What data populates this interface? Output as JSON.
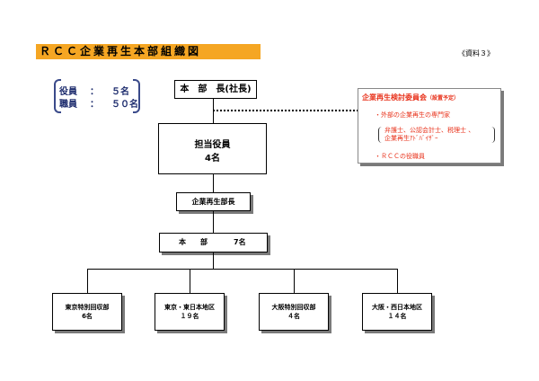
{
  "header": {
    "title": "ＲＣＣ企業再生本部組織図",
    "reference": "《資料３》"
  },
  "staff_summary": [
    {
      "label": "役員",
      "colon": "：",
      "value": "５名"
    },
    {
      "label": "職員",
      "colon": "：",
      "value": "５０名"
    }
  ],
  "org": {
    "head": {
      "label": "本　部　長(社長)"
    },
    "officer": {
      "title": "担当役員",
      "count": "4名"
    },
    "manager": {
      "label": "企業再生部長"
    },
    "hq": {
      "label": "本　　部",
      "count": "7名"
    },
    "branches": [
      {
        "name": "東京特別回収部",
        "count": "6名"
      },
      {
        "name": "東京・東日本地区",
        "count": "１９名"
      },
      {
        "name": "大阪特別回収部",
        "count": "４名"
      },
      {
        "name": "大阪・西日本地区",
        "count": "１４名"
      }
    ]
  },
  "committee": {
    "title": "企業再生検討委員会",
    "note": "（設置予定）",
    "item1": "・外部の企業再生の専門家",
    "item2_line1": "弁護士、公認会計士、税理士 、",
    "item2_line2": "企業再生ｱﾄﾞﾊﾞｲｻﾞｰ",
    "item3": "・ＲＣＣの役職員"
  },
  "colors": {
    "accent": "#f5a623",
    "committee_text": "#e8311a",
    "staff_text": "#1e2d6e"
  }
}
